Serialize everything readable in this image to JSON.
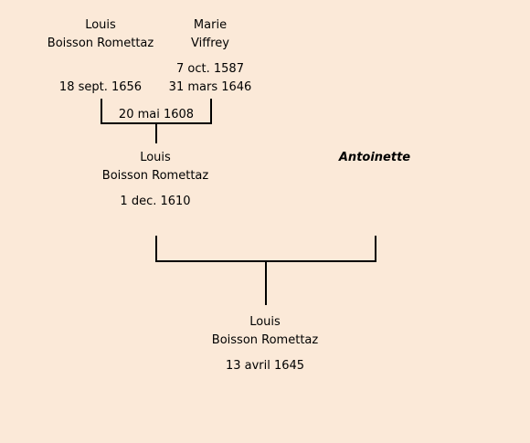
{
  "tree": {
    "grandfather": {
      "first_name": "Louis",
      "surname": "Boisson Romettaz",
      "death": "18 sept. 1656"
    },
    "grandmother": {
      "first_name": "Marie",
      "surname": "Viffrey",
      "birth": "7 oct. 1587",
      "death": "31 mars 1646"
    },
    "grandparents_marriage": "20 mai 1608",
    "father": {
      "first_name": "Louis",
      "surname": "Boisson Romettaz",
      "birth": "1 dec. 1610"
    },
    "mother": {
      "first_name": "Antoinette"
    },
    "child": {
      "first_name": "Louis",
      "surname": "Boisson Romettaz",
      "birth": "13 avril 1645"
    }
  },
  "colors": {
    "background": "#fbe9d8",
    "lines": "#000000"
  }
}
